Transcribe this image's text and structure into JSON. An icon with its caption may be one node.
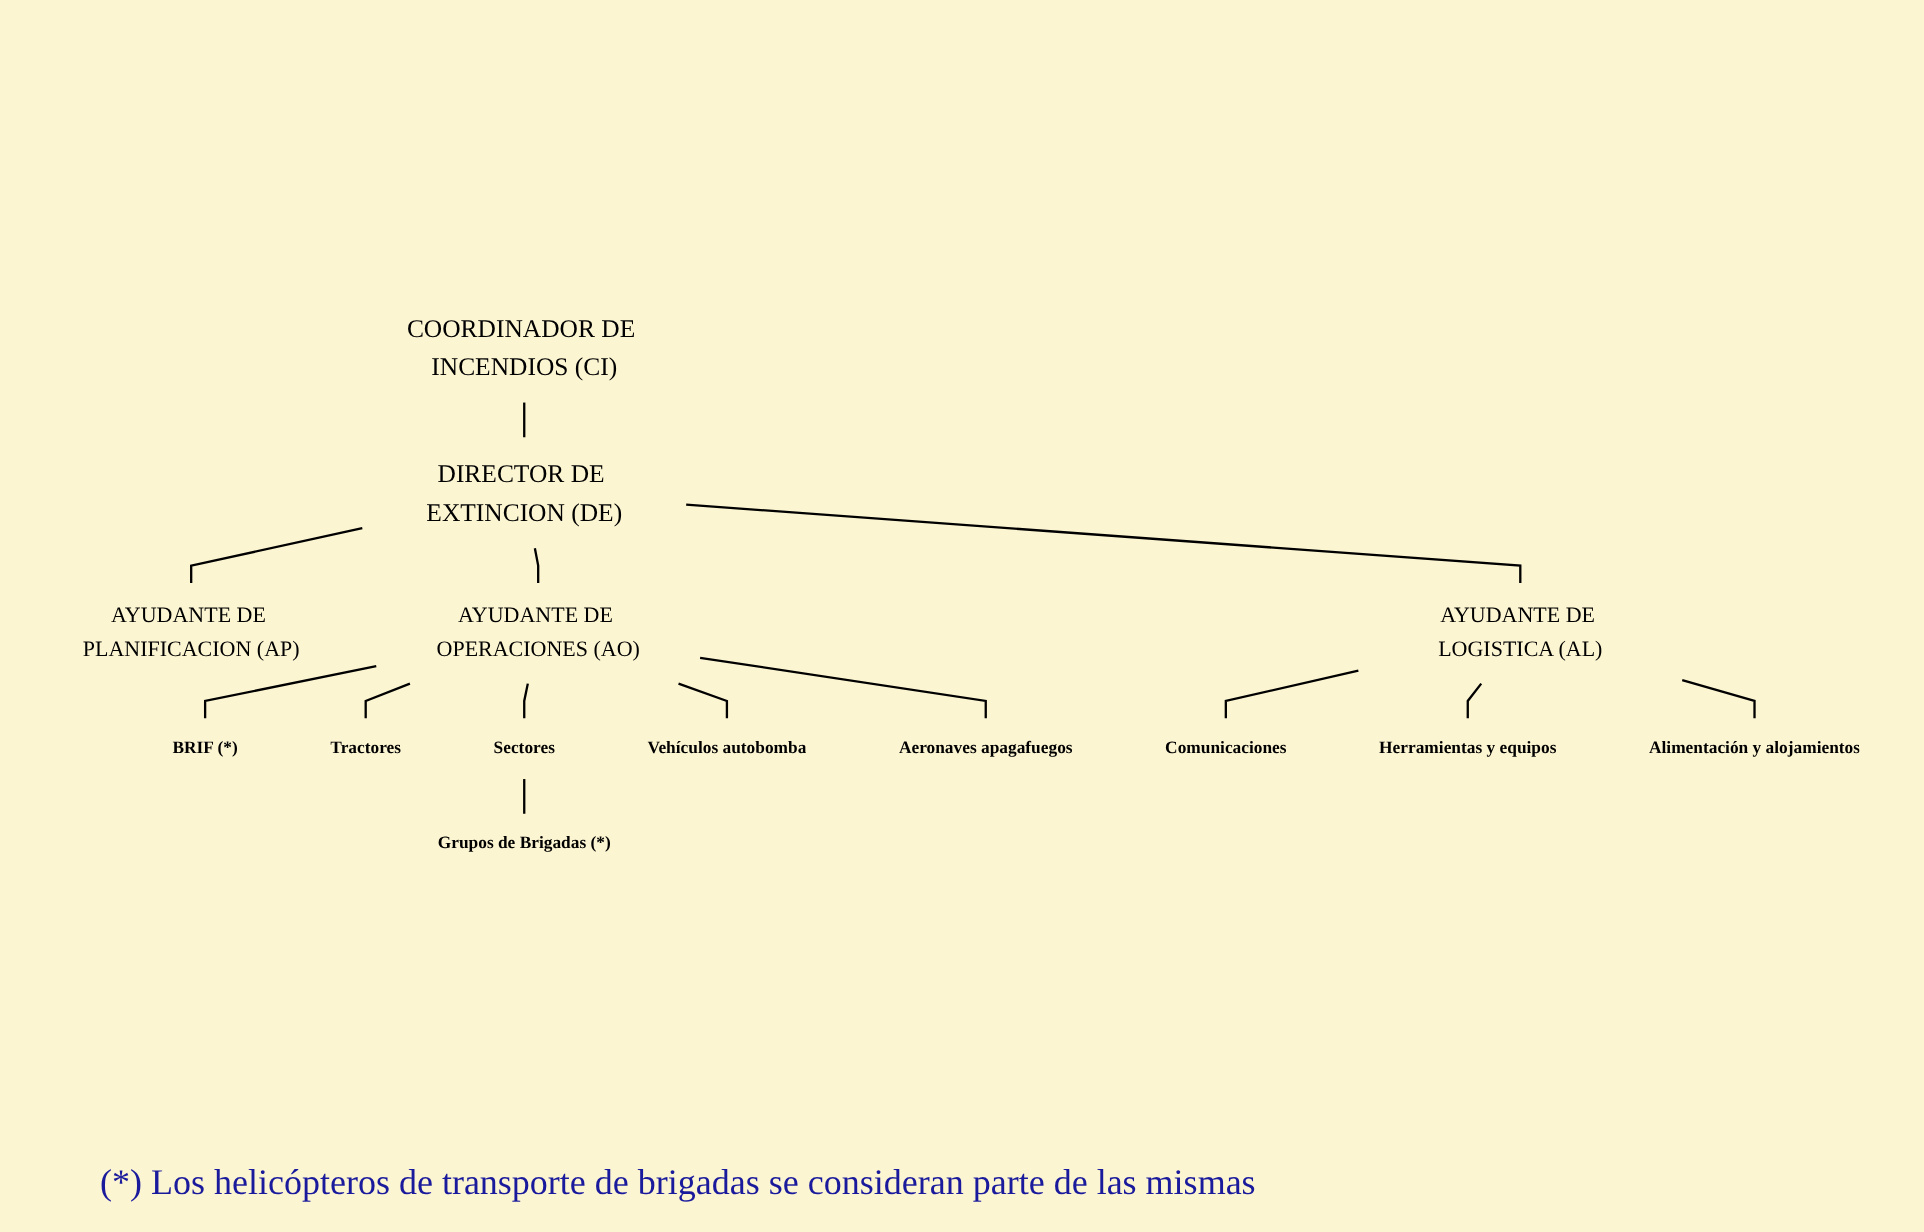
{
  "diagram": {
    "nodes": [
      {
        "text": [
          "COORDINADOR DE INCENDIOS (CI)"
        ]
      },
      {
        "text": [
          "DIRECTOR DE EXTINCION (DE)"
        ]
      },
      {
        "text": [
          "AYUDANTE DE PLANIFICACION (AP)"
        ]
      },
      {
        "text": [
          "AYUDANTE DE OPERACIONES (AO)"
        ]
      },
      {
        "text": [
          "AYUDANTE DE LOGISTICA (AL)"
        ]
      },
      {
        "text": [
          "BRIF (*)"
        ]
      },
      {
        "text": [
          "Tractores"
        ]
      },
      {
        "text": [
          "Sectores"
        ]
      },
      {
        "text": [
          "Grupos de Brigadas (*)"
        ]
      },
      {
        "text": [
          "Vehículos autobomba"
        ]
      },
      {
        "text": [
          "Aeronaves apagafuegos"
        ]
      },
      {
        "text": [
          "Comunicaciones"
        ]
      },
      {
        "text": [
          "Herramientas y equipos"
        ]
      },
      {
        "text": [
          "Alimentación y alojamientos"
        ]
      }
    ],
    "edges": [
      {
        "from": 0,
        "to": 1,
        "arrow": "none"
      },
      {
        "from": 1,
        "to": 2,
        "arrow": "none"
      },
      {
        "from": 1,
        "to": 3,
        "arrow": "none"
      },
      {
        "from": 1,
        "to": 4,
        "arrow": "none"
      },
      {
        "from": 3,
        "to": 5,
        "arrow": "none"
      },
      {
        "from": 3,
        "to": 6,
        "arrow": "none"
      },
      {
        "from": 3,
        "to": 7,
        "arrow": "none"
      },
      {
        "from": 3,
        "to": 9,
        "arrow": "none"
      },
      {
        "from": 3,
        "to": 10,
        "arrow": "none"
      },
      {
        "from": 7,
        "to": 8,
        "arrow": "none"
      },
      {
        "from": 4,
        "to": 11,
        "arrow": "none"
      },
      {
        "from": 4,
        "to": 12,
        "arrow": "none"
      },
      {
        "from": 4,
        "to": 13,
        "arrow": "none"
      }
    ],
    "labels": [
      "(*) Los helicópteros de transporte de brigadas se consideran parte de las mismas"
    ]
  }
}
